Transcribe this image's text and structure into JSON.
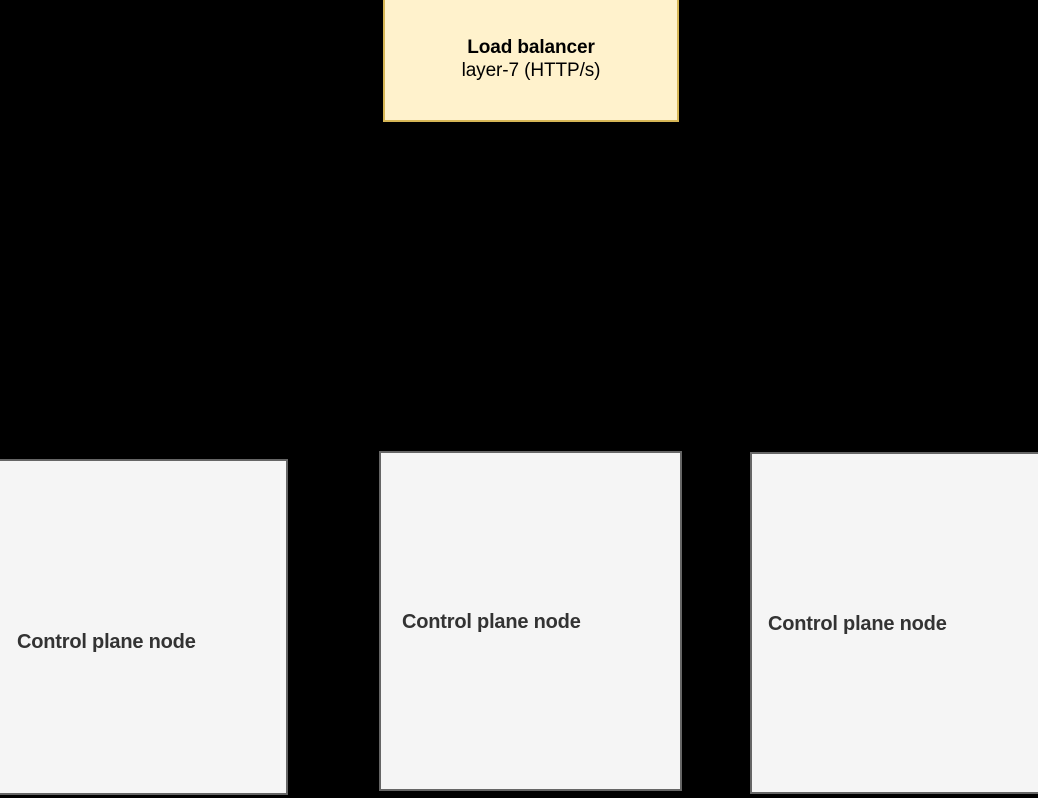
{
  "diagram": {
    "background_color": "#000000",
    "load_balancer": {
      "title": "Load balancer",
      "subtitle": "layer-7 (HTTP/s)",
      "fill_color": "#fff2cc",
      "border_color": "#d6b656",
      "text_color": "#000000"
    },
    "nodes": [
      {
        "label": "Control plane node",
        "fill_color": "#f5f5f5",
        "border_color": "#666666",
        "text_color": "#333333"
      },
      {
        "label": "Control plane node",
        "fill_color": "#f5f5f5",
        "border_color": "#666666",
        "text_color": "#333333"
      },
      {
        "label": "Control plane node",
        "fill_color": "#f5f5f5",
        "border_color": "#666666",
        "text_color": "#333333"
      }
    ]
  }
}
